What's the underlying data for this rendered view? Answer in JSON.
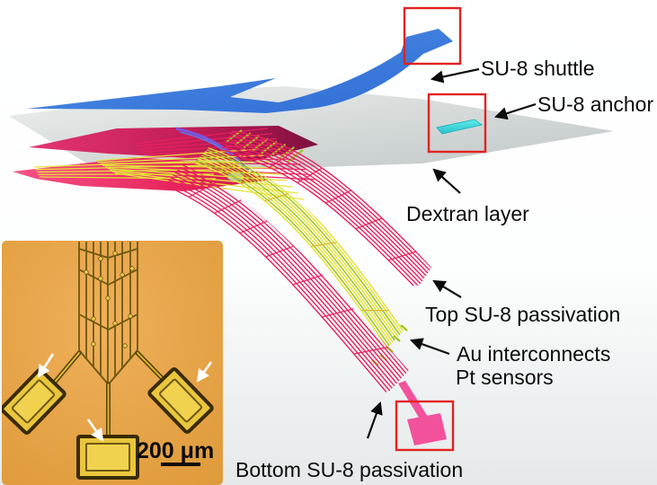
{
  "figure": {
    "labels": {
      "shuttle": "SU-8 shuttle",
      "anchor": "SU-8 anchor",
      "dextran": "Dextran layer",
      "top_passivation": "Top SU-8 passivation",
      "au_interconnects": "Au interconnects",
      "pt_sensors": "Pt sensors",
      "bottom_passivation": "Bottom SU-8 passivation"
    },
    "inset": {
      "scale_label": "200 μm"
    },
    "colors": {
      "shuttle_blue": "#3F7EDD",
      "anchor_cyan": "#3FDCDC",
      "dextran_gray": "#CDD3D2",
      "passivation_pink": "#E8205E",
      "bright_pink": "#EE2E68",
      "interconnect_yellow": "#E6E33B",
      "sensor_green": "#9FC520",
      "pad_pink": "#F2519C",
      "highlight_box_red": "#E32222",
      "violet_edge": "#7A55E0",
      "inset_background": "#E9A74B",
      "inset_gold": "#E9C63B",
      "inset_trace": "#6E5812"
    }
  }
}
